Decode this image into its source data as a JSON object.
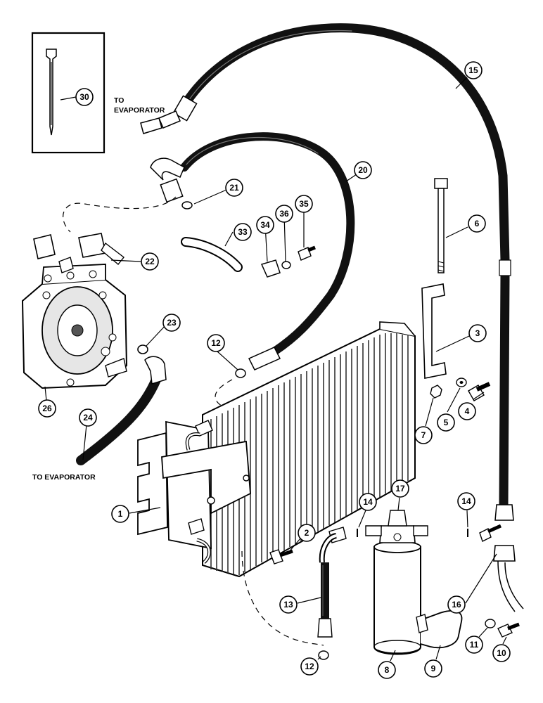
{
  "notes": {
    "to_evaporator_top_line1": "TO",
    "to_evaporator_top_line2": "EVAPORATOR",
    "to_evaporator_bottom": "TO EVAPORATOR"
  },
  "callouts": {
    "c1": "1",
    "c2": "2",
    "c3": "3",
    "c4": "4",
    "c5": "5",
    "c6": "6",
    "c7": "7",
    "c8": "8",
    "c9": "9",
    "c10": "10",
    "c11": "11",
    "c12a": "12",
    "c12b": "12",
    "c13": "13",
    "c14a": "14",
    "c14b": "14",
    "c15": "15",
    "c16": "16",
    "c17": "17",
    "c20": "20",
    "c21": "21",
    "c22": "22",
    "c23": "23",
    "c24": "24",
    "c26": "26",
    "c30": "30",
    "c33": "33",
    "c34": "34",
    "c35": "35",
    "c36": "36"
  }
}
